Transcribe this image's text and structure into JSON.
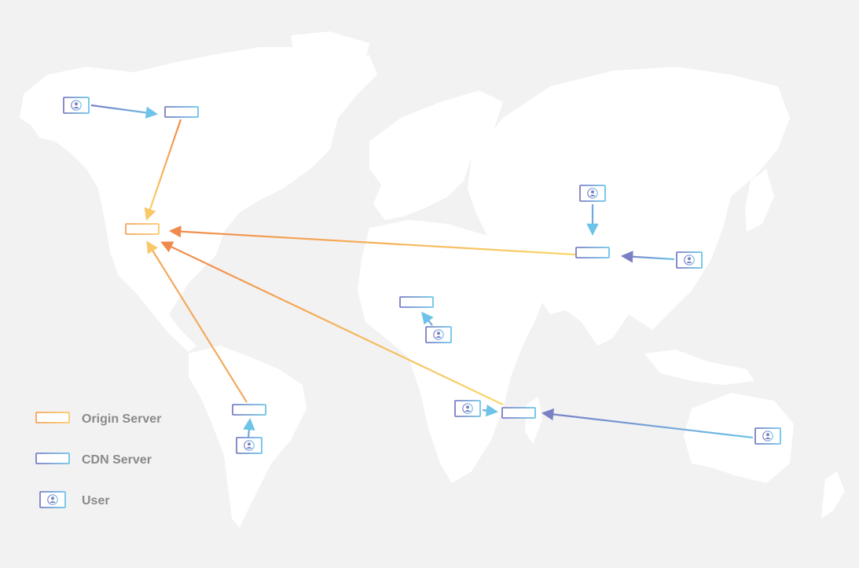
{
  "colors": {
    "background": "#f2f2f2",
    "land": "#ffffff",
    "origin_server": "#f7a35c",
    "cdn_server": "#6fa8dc",
    "user": "#7b7fc4",
    "origin_link_start": "#f9d86a",
    "origin_link_end": "#f08a4b",
    "cdn_link_start": "#7b7fc4",
    "cdn_link_end": "#6ec3e8",
    "legend_text": "#8a8a8a"
  },
  "legend": {
    "origin_label": "Origin Server",
    "cdn_label": "CDN Server",
    "user_label": "User"
  },
  "map": {
    "origin_server": {
      "name": "origin-server-north-america",
      "icon": "origin-server-icon"
    },
    "cdn_servers": [
      {
        "name": "cdn-server-north-america-north"
      },
      {
        "name": "cdn-server-asia"
      },
      {
        "name": "cdn-server-africa-north"
      },
      {
        "name": "cdn-server-south-america"
      },
      {
        "name": "cdn-server-africa-south"
      }
    ],
    "users": [
      {
        "name": "user-alaska"
      },
      {
        "name": "user-asia-north"
      },
      {
        "name": "user-asia-east"
      },
      {
        "name": "user-africa-central"
      },
      {
        "name": "user-south-america"
      },
      {
        "name": "user-africa-south"
      },
      {
        "name": "user-australia"
      }
    ]
  }
}
